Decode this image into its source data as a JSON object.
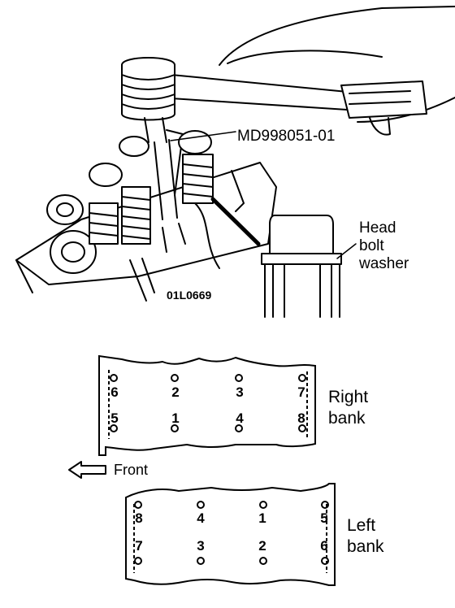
{
  "labels": {
    "tool": "MD998051-01",
    "washer": [
      "Head",
      "bolt",
      "washer"
    ],
    "figure_code": "01L0669",
    "right_bank": [
      "Right",
      "bank"
    ],
    "left_bank": [
      "Left",
      "bank"
    ],
    "front": "Front"
  },
  "right_bank_bolts": {
    "top_row": [
      "6",
      "2",
      "3",
      "7"
    ],
    "bottom_row": [
      "5",
      "1",
      "4",
      "8"
    ]
  },
  "left_bank_bolts": {
    "top_row": [
      "8",
      "4",
      "1",
      "5"
    ],
    "bottom_row": [
      "7",
      "3",
      "2",
      "6"
    ]
  }
}
